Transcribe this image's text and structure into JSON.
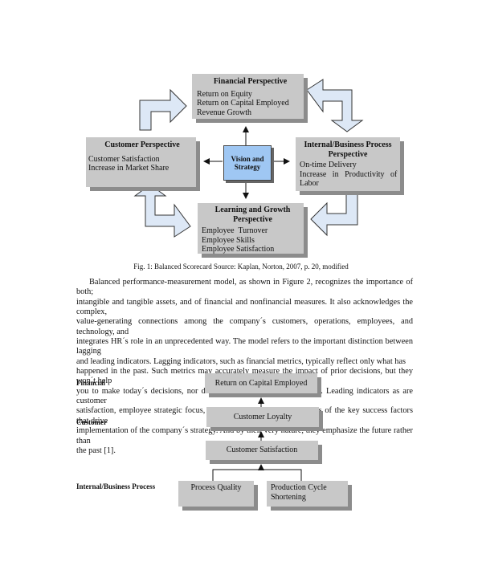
{
  "figure1": {
    "center": {
      "line1": "Vision and",
      "line2": "Strategy"
    },
    "financial": {
      "title": "Financial Perspective",
      "items": [
        "Return on Equity",
        "Return on Capital Employed",
        "Revenue Growth"
      ]
    },
    "customer": {
      "title": "Customer Perspective",
      "items": [
        "Customer Satisfaction",
        "Increase in Market Share"
      ]
    },
    "internal": {
      "title1": "Internal/Business Process",
      "title2": "Perspective",
      "items": [
        "On-time Delivery",
        "Increase   in   Productivity   of",
        "Labor"
      ]
    },
    "learning": {
      "title1": "Learning and Growth",
      "title2": "Perspective",
      "items": [
        "Employee  Turnover",
        "Employee Skills",
        "Employee Satisfaction"
      ]
    },
    "caption": "Fig. 1:  Balanced Scorecard Source: Kaplan, Norton, 2007, p. 20, modified"
  },
  "paragraph": [
    "Balanced performance-measurement model, as shown in Figure 2, recognizes the importance of both;",
    "intangible and tangible assets, and of financial and nonfinancial measures. It also acknowledges the complex,",
    "value-generating connections among the company´s customers, operations, employees, and technology, and",
    "integrates HR´s role in an unprecedented way. The model refers to the important distinction between lagging",
    "and leading indicators. Lagging indicators, such as financial metrics, typically reflect only what has",
    "happened in the past. Such metrics may accurately measure the impact of prior decisions, but they won´t help",
    "you to make today´s decisions, nor do they guarantee future outcomes. Leading indicators as are customer",
    "satisfaction, employee strategic focus, on-time delivery assess the status of the key success factors that drive",
    "implementation of the company´s strategy. And by their very nature, they emphasize the future rather than",
    "the past [1]."
  ],
  "figure2": {
    "labels": {
      "financial": "Financial",
      "customer": "Customer",
      "internal": "Internal/Business Process"
    },
    "boxes": {
      "return_capital": "Return on Capital Employed",
      "loyalty": "Customer Loyalty",
      "satisfaction": "Customer Satisfaction",
      "quality": "Process Quality",
      "production1": "Production Cycle",
      "production2": "Shortening"
    }
  }
}
